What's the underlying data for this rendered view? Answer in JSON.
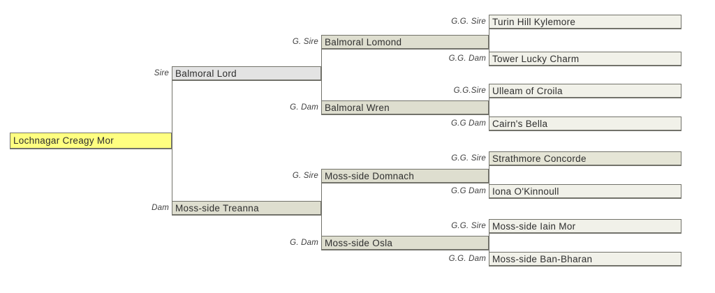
{
  "pedigree": {
    "root": {
      "name": "Lochnagar Creagy Mor"
    },
    "sire": {
      "label": "Sire",
      "name": "Balmoral Lord"
    },
    "dam": {
      "label": "Dam",
      "name": "Moss-side Treanna"
    },
    "sire_sire": {
      "label": "G. Sire",
      "name": "Balmoral Lomond"
    },
    "sire_dam": {
      "label": "G. Dam",
      "name": "Balmoral Wren"
    },
    "dam_sire": {
      "label": "G. Sire",
      "name": "Moss-side Domnach"
    },
    "dam_dam": {
      "label": "G. Dam",
      "name": "Moss-side Osla"
    },
    "sire_sire_sire": {
      "label": "G.G. Sire",
      "name": "Turin Hill Kylemore"
    },
    "sire_sire_dam": {
      "label": "G.G. Dam",
      "name": "Tower Lucky Charm"
    },
    "sire_dam_sire": {
      "label": "G.G.Sire",
      "name": "Ulleam of Croila"
    },
    "sire_dam_dam": {
      "label": "G.G Dam",
      "name": "Cairn's Bella"
    },
    "dam_sire_sire": {
      "label": "G.G. Sire",
      "name": "Strathmore Concorde"
    },
    "dam_sire_dam": {
      "label": "G.G Dam",
      "name": "Iona O'Kinnoull"
    },
    "dam_dam_sire": {
      "label": "G.G. Sire",
      "name": "Moss-side Iain Mor"
    },
    "dam_dam_dam": {
      "label": "G.G. Dam",
      "name": "Moss-side Ban-Bharan"
    }
  },
  "colors": {
    "root_fill": "#ffff80",
    "sire_fill": "#e3e3e3",
    "generation2_fill": "#dedecf",
    "generation3_fill": "#f1f1e9",
    "dam_sire_sire_fill": "#e5e5d6",
    "border_line": "#72726a"
  }
}
